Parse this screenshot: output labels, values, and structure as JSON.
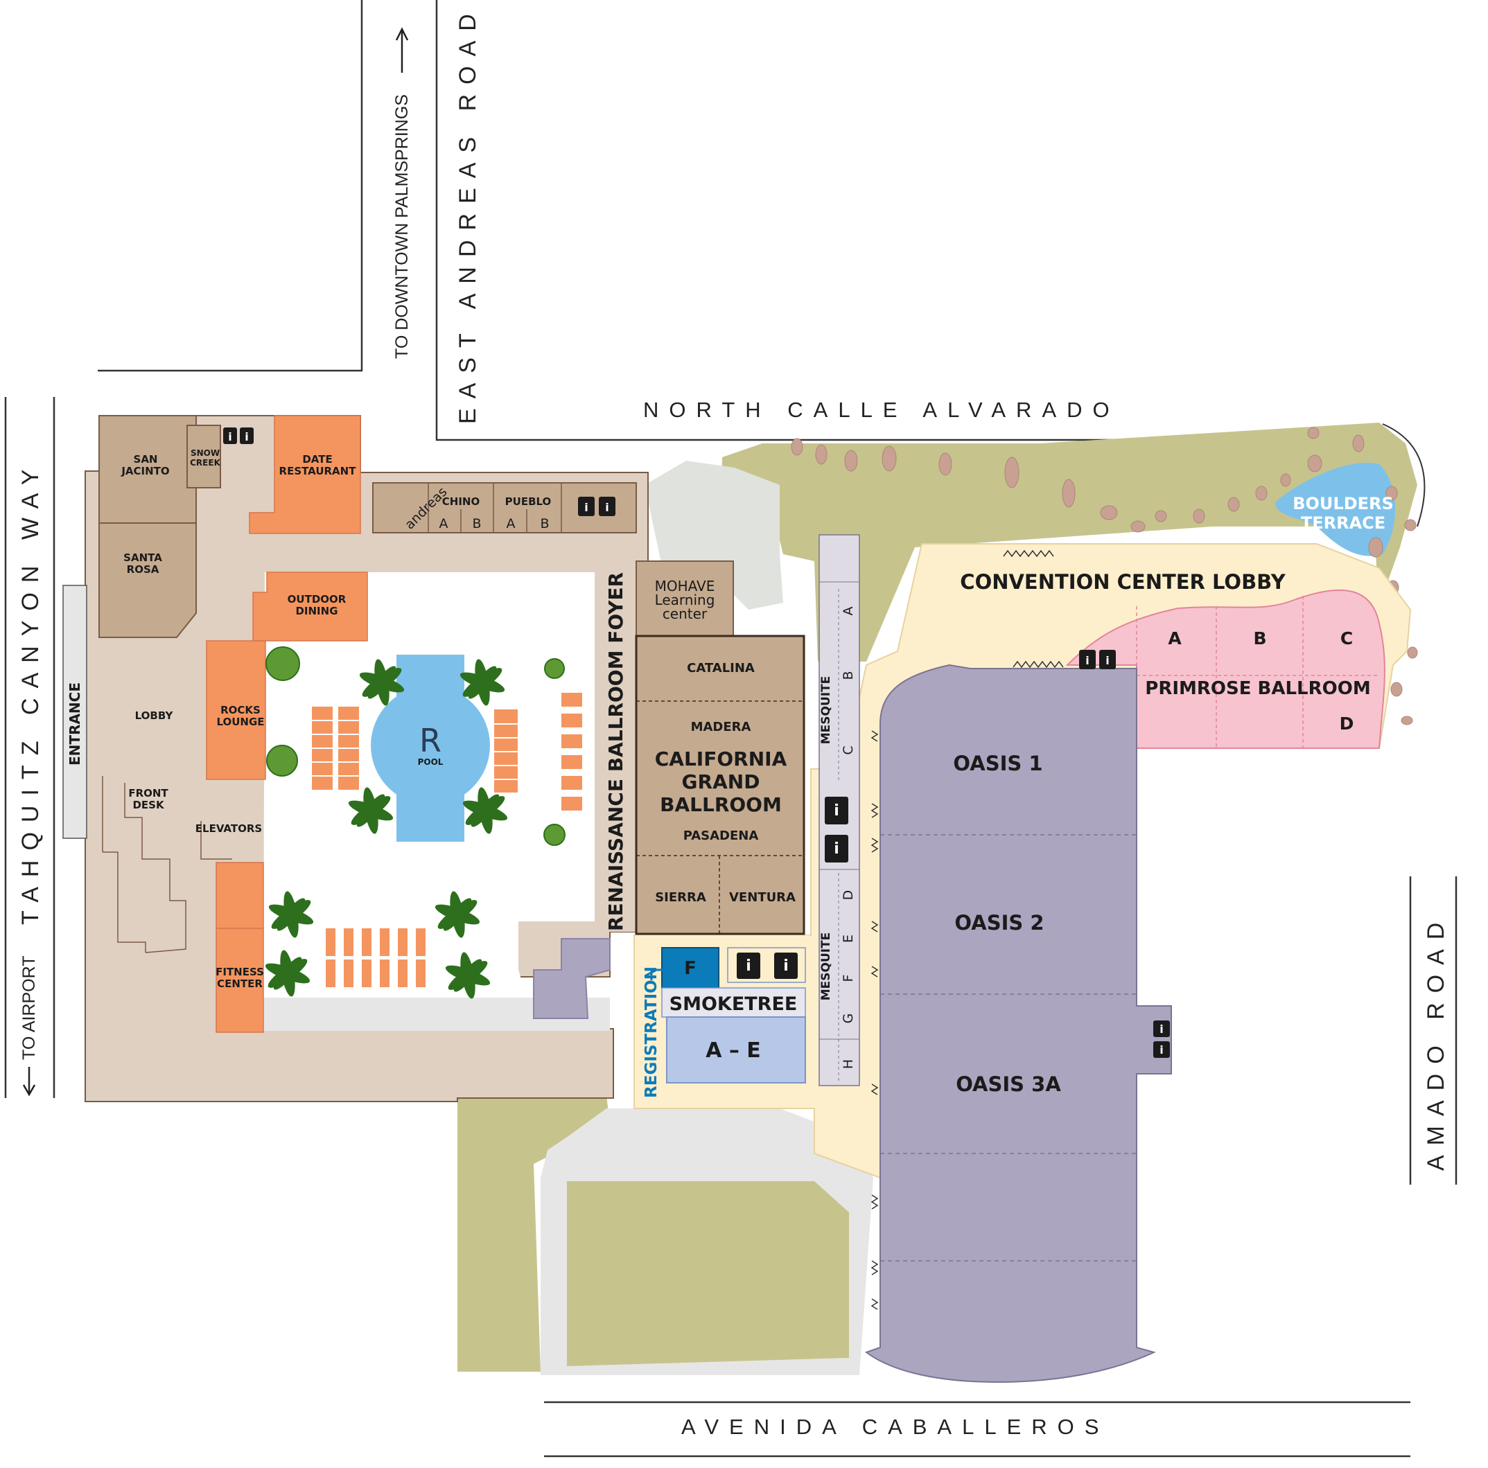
{
  "roads": {
    "north": "NORTH CALLE ALVARADO",
    "east_andreas": "EAST ANDREAS ROAD",
    "tahquitz": "TAHQUITZ CANYON WAY",
    "avenida": "AVENIDA CABALLEROS",
    "amado": "AMADO ROAD"
  },
  "directions": {
    "downtown": "TO DOWNTOWN PALMSPRINGS",
    "airport": "TO AIRPORT"
  },
  "hotel": {
    "san_jacinto_1": "SAN",
    "san_jacinto_2": "JACINTO",
    "snow_1": "SNOW",
    "snow_2": "CREEK",
    "santa_1": "SANTA",
    "santa_2": "ROSA",
    "date_1": "DATE",
    "date_2": "RESTAURANT",
    "andreas": "andreas",
    "chino": "CHINO",
    "pueblo": "PUEBLO",
    "a": "A",
    "b": "B",
    "outdoor_1": "OUTDOOR",
    "outdoor_2": "DINING",
    "rocks_1": "ROCKS",
    "rocks_2": "LOUNGE",
    "lobby": "LOBBY",
    "front_1": "FRONT",
    "front_2": "DESK",
    "elevators": "ELEVATORS",
    "entrance": "ENTRANCE",
    "fitness_1": "FITNESS",
    "fitness_2": "CENTER",
    "pool_logo": "R",
    "pool": "POOL"
  },
  "convention": {
    "foyer": "RENAISSANCE BALLROOM FOYER",
    "mohave_1": "MOHAVE",
    "mohave_2": "Learning",
    "mohave_3": "center",
    "catalina": "CATALINA",
    "madera": "MADERA",
    "cgb_1": "CALIFORNIA",
    "cgb_2": "GRAND",
    "cgb_3": "BALLROOM",
    "pasadena": "PASADENA",
    "sierra": "SIERRA",
    "ventura": "VENTURA",
    "mesquite": "MESQUITE",
    "mesq_a": "A",
    "mesq_b": "B",
    "mesq_c": "C",
    "mesq_d": "D",
    "mesq_e": "E",
    "mesq_f": "F",
    "mesq_g": "G",
    "mesq_h": "H",
    "registration": "REGISTRATION",
    "smoketree_f": "F",
    "smoketree": "SMOKETREE",
    "smoketree_ae": "A – E",
    "lobby": "CONVENTION CENTER LOBBY",
    "primrose": "PRIMROSE BALLROOM",
    "pr_a": "A",
    "pr_b": "B",
    "pr_c": "C",
    "pr_d": "D",
    "boulders_1": "BOULDERS",
    "boulders_2": "TERRACE",
    "oasis1": "OASIS 1",
    "oasis2": "OASIS 2",
    "oasis3a": "OASIS 3A"
  },
  "colors": {
    "hotel_base": "#e0d0c2",
    "meeting_room": "#c4aa8f",
    "restaurant": "#f4955f",
    "lobby_yellow": "#fdefcc",
    "oasis": "#aca5bf",
    "primrose": "#f7c3cf",
    "grass": "#c6c48c",
    "water": "#7dc1ea",
    "smoketree": "#b7c7e7",
    "smoketree_f": "#0b7cb9",
    "mesquite": "#dedbe5"
  }
}
